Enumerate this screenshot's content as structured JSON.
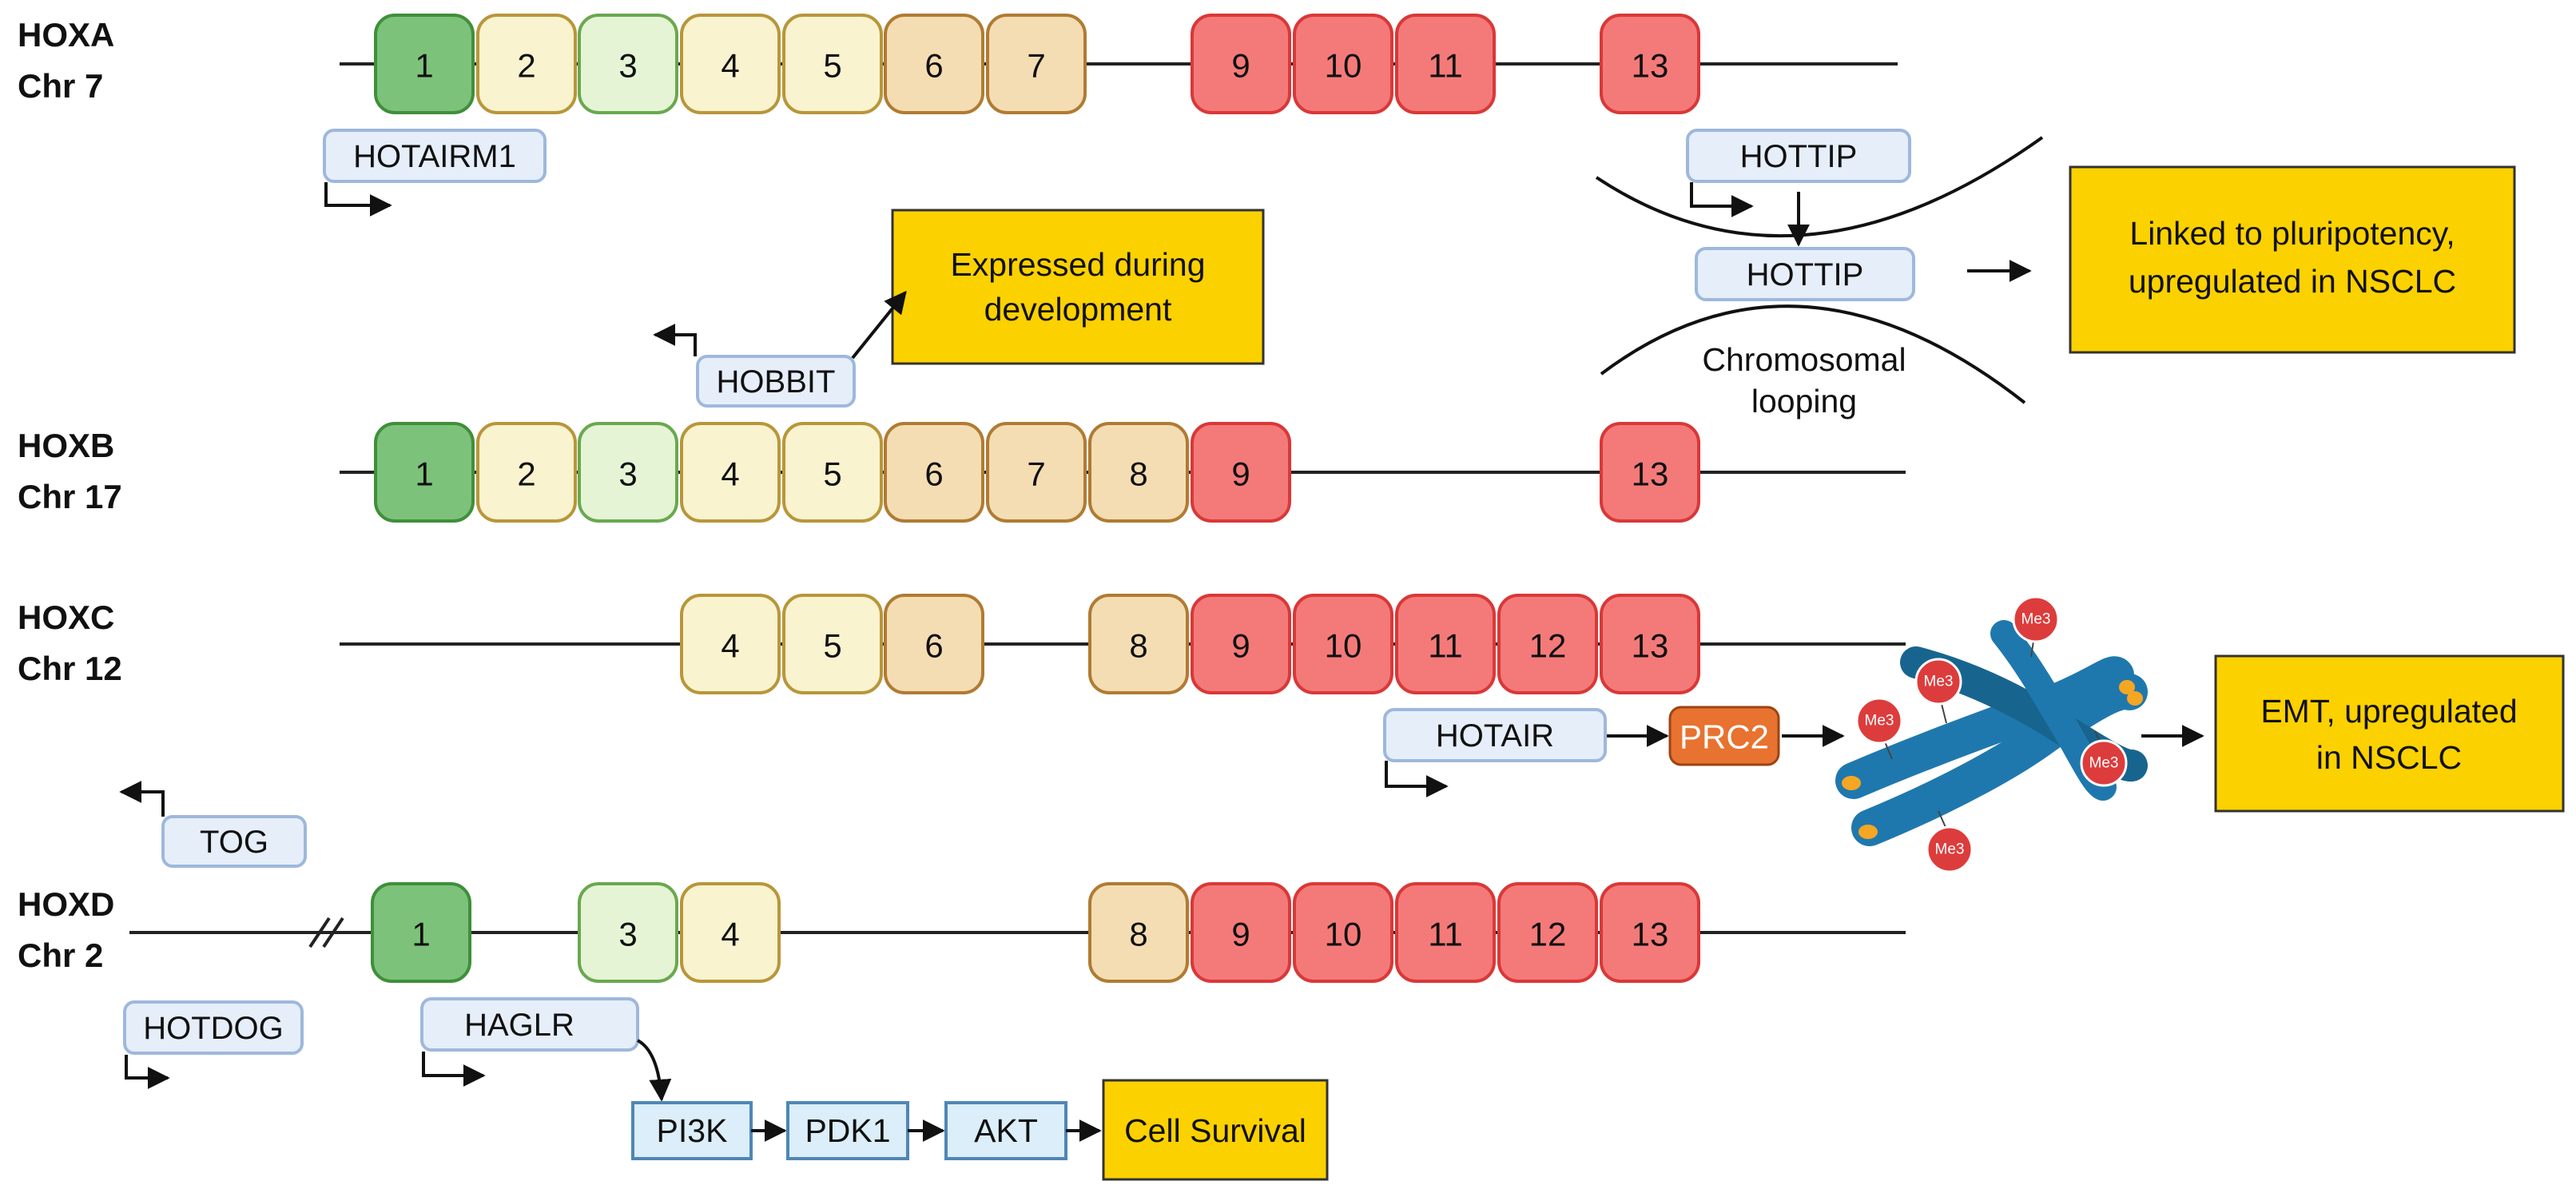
{
  "colors": {
    "green_dark": "#7dc27a",
    "green_light": "#e6f4d6",
    "cream": "#f9f3cf",
    "tan": "#f5ddb3",
    "red": "#f47a79",
    "lnc_fill": "#e6eefa",
    "lnc_stroke": "#9eb8dc",
    "path_fill": "#dbeefa",
    "path_stroke": "#4f86b5",
    "note_fill": "#fcd100",
    "prc2_fill": "#e8722f",
    "me3_fill": "#dd3c3c",
    "chromosome": "#1f78ad"
  },
  "clusters": [
    {
      "name": "HOXA",
      "chr": "Chr 7",
      "genes": [
        {
          "label": "1",
          "tone": "green_dark"
        },
        {
          "label": "2",
          "tone": "cream"
        },
        {
          "label": "3",
          "tone": "green_light"
        },
        {
          "label": "4",
          "tone": "cream"
        },
        {
          "label": "5",
          "tone": "cream"
        },
        {
          "label": "6",
          "tone": "tan"
        },
        {
          "label": "7",
          "tone": "tan"
        },
        {
          "label": "9",
          "tone": "red"
        },
        {
          "label": "10",
          "tone": "red"
        },
        {
          "label": "11",
          "tone": "red"
        },
        {
          "label": "13",
          "tone": "red"
        }
      ]
    },
    {
      "name": "HOXB",
      "chr": "Chr 17",
      "genes": [
        {
          "label": "1",
          "tone": "green_dark"
        },
        {
          "label": "2",
          "tone": "cream"
        },
        {
          "label": "3",
          "tone": "green_light"
        },
        {
          "label": "4",
          "tone": "cream"
        },
        {
          "label": "5",
          "tone": "cream"
        },
        {
          "label": "6",
          "tone": "tan"
        },
        {
          "label": "7",
          "tone": "tan"
        },
        {
          "label": "8",
          "tone": "tan"
        },
        {
          "label": "9",
          "tone": "red"
        },
        {
          "label": "13",
          "tone": "red"
        }
      ]
    },
    {
      "name": "HOXC",
      "chr": "Chr 12",
      "genes": [
        {
          "label": "4",
          "tone": "cream"
        },
        {
          "label": "5",
          "tone": "cream"
        },
        {
          "label": "6",
          "tone": "tan"
        },
        {
          "label": "8",
          "tone": "tan"
        },
        {
          "label": "9",
          "tone": "red"
        },
        {
          "label": "10",
          "tone": "red"
        },
        {
          "label": "11",
          "tone": "red"
        },
        {
          "label": "12",
          "tone": "red"
        },
        {
          "label": "13",
          "tone": "red"
        }
      ]
    },
    {
      "name": "HOXD",
      "chr": "Chr 2",
      "genes": [
        {
          "label": "1",
          "tone": "green_dark"
        },
        {
          "label": "3",
          "tone": "green_light"
        },
        {
          "label": "4",
          "tone": "cream"
        },
        {
          "label": "8",
          "tone": "tan"
        },
        {
          "label": "9",
          "tone": "red"
        },
        {
          "label": "10",
          "tone": "red"
        },
        {
          "label": "11",
          "tone": "red"
        },
        {
          "label": "12",
          "tone": "red"
        },
        {
          "label": "13",
          "tone": "red"
        }
      ]
    }
  ],
  "lncrnas": {
    "hotairm1": "HOTAIRM1",
    "hottip_top": "HOTTIP",
    "hottip_loop": "HOTTIP",
    "hobbit": "HOBBIT",
    "hotair": "HOTAIR",
    "tog": "TOG",
    "hotdog": "HOTDOG",
    "haglr": "HAGLR"
  },
  "notes": {
    "development": [
      "Expressed during",
      "development"
    ],
    "pluripotency": [
      "Linked to pluripotency,",
      "upregulated in NSCLC"
    ],
    "emt": [
      "EMT, upregulated",
      "in NSCLC"
    ]
  },
  "looping": [
    "Chromosomal",
    "looping"
  ],
  "prc2": "PRC2",
  "me3": "Me3",
  "pathway": [
    "PI3K",
    "PDK1",
    "AKT"
  ],
  "cell_survival": "Cell Survival"
}
